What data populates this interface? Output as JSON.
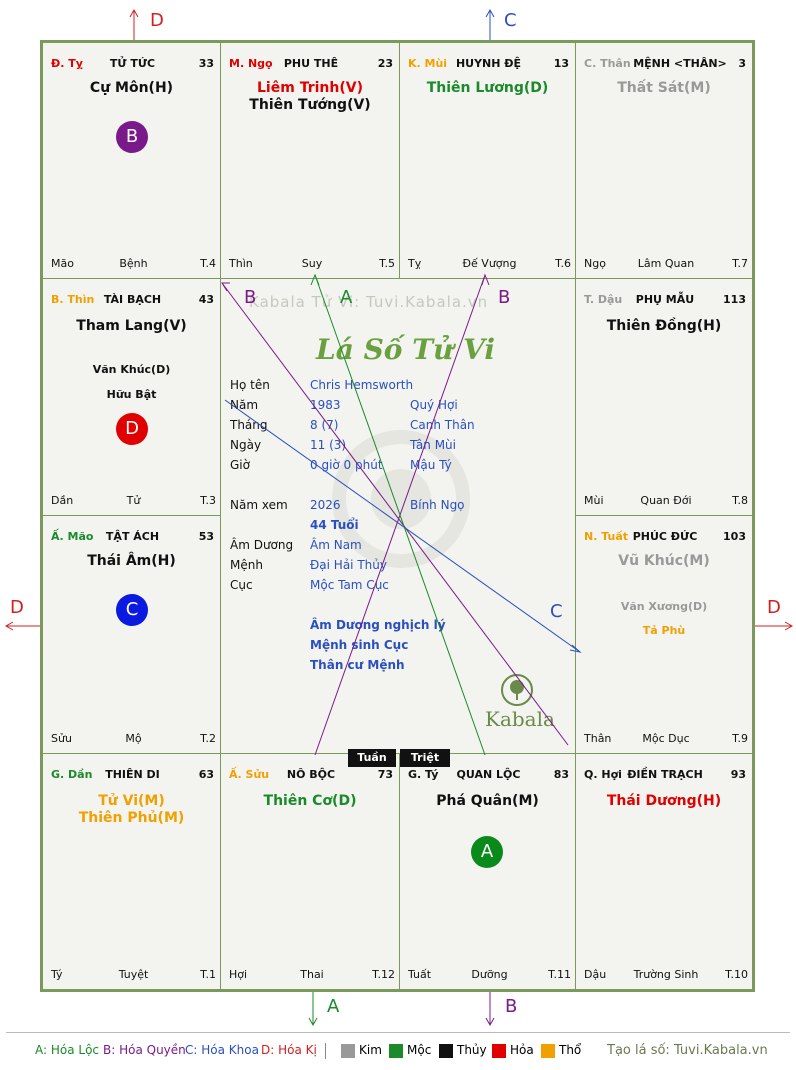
{
  "colors": {
    "kim": "#999999",
    "moc": "#1a8a2a",
    "thuy": "#111111",
    "hoa": "#e00000",
    "tho": "#f0a000",
    "blue": "#2a4fc0",
    "purple": "#7a1a8a"
  },
  "directions": {
    "top_left": "D",
    "top_right": "C",
    "left": "D",
    "right": "D",
    "bottom_a": "A",
    "bottom_b": "B"
  },
  "palaces": {
    "ty_snake": {
      "can": "Đ. Tỵ",
      "name": "TỬ TỨC",
      "num": "33",
      "main": [
        "Cự Môn(H)"
      ],
      "bot": [
        "Mão",
        "Bệnh",
        "T.4"
      ]
    },
    "ngo": {
      "can": "M. Ngọ",
      "name": "PHU THÊ",
      "num": "23",
      "main": [
        "Liêm Trinh(V)",
        "Thiên Tướng(V)"
      ],
      "bot": [
        "Thìn",
        "Suy",
        "T.5"
      ]
    },
    "mui": {
      "can": "K. Mùi",
      "name": "HUYNH ĐỆ",
      "num": "13",
      "main": [
        "Thiên Lương(D)"
      ],
      "bot": [
        "Tỵ",
        "Đế Vượng",
        "T.6"
      ]
    },
    "than_top": {
      "can": "C. Thân",
      "name": "MỆNH <THÂN>",
      "num": "3",
      "main": [
        "Thất Sát(M)"
      ],
      "bot": [
        "Ngọ",
        "Lâm Quan",
        "T.7"
      ]
    },
    "thin": {
      "can": "B. Thìn",
      "name": "TÀI BẠCH",
      "num": "43",
      "main": [
        "Tham Lang(V)"
      ],
      "aux": [
        "Văn Khúc(D)",
        "Hữu Bật"
      ],
      "bot": [
        "Dần",
        "Tử",
        "T.3"
      ]
    },
    "dau": {
      "can": "T. Dậu",
      "name": "PHỤ MẪU",
      "num": "113",
      "main": [
        "Thiên Đồng(H)"
      ],
      "bot": [
        "Mùi",
        "Quan Đới",
        "T.8"
      ]
    },
    "mao": {
      "can": "Ấ. Mão",
      "name": "TẬT ÁCH",
      "num": "53",
      "main": [
        "Thái Âm(H)"
      ],
      "bot": [
        "Sửu",
        "Mộ",
        "T.2"
      ]
    },
    "tuat": {
      "can": "N. Tuất",
      "name": "PHÚC ĐỨC",
      "num": "103",
      "main": [
        "Vũ Khúc(M)"
      ],
      "aux": [
        "Văn Xương(D)",
        "Tả Phù"
      ],
      "bot": [
        "Thân",
        "Mộc Dục",
        "T.9"
      ]
    },
    "dan": {
      "can": "G. Dần",
      "name": "THIÊN DI",
      "num": "63",
      "main": [
        "Tử Vi(M)",
        "Thiên Phủ(M)"
      ],
      "bot": [
        "Tý",
        "Tuyệt",
        "T.1"
      ]
    },
    "suu": {
      "can": "Ấ. Sửu",
      "name": "NÔ BỘC",
      "num": "73",
      "main": [
        "Thiên Cơ(D)"
      ],
      "bot": [
        "Hợi",
        "Thai",
        "T.12"
      ]
    },
    "ty_rat": {
      "can": "G. Tý",
      "name": "QUAN LỘC",
      "num": "83",
      "main": [
        "Phá Quân(M)"
      ],
      "bot": [
        "Tuất",
        "Dưỡng",
        "T.11"
      ]
    },
    "hoi": {
      "can": "Q. Hợi",
      "name": "ĐIỀN TRẠCH",
      "num": "93",
      "main": [
        "Thái Dương(H)"
      ],
      "bot": [
        "Dậu",
        "Trường Sinh",
        "T.10"
      ]
    }
  },
  "badges": {
    "b": "B",
    "d": "D",
    "c": "C",
    "a": "A"
  },
  "center": {
    "watermark": "Kabala Tử Vi: Tuvi.Kabala.vn",
    "title": "Lá Số Tử Vi",
    "rows": [
      {
        "label": "Họ tên",
        "v1": "Chris Hemsworth",
        "v2": ""
      },
      {
        "label": "Năm",
        "v1": "1983",
        "v2": "Quý Hợi"
      },
      {
        "label": "Tháng",
        "v1": "8  (7)",
        "v2": "Canh Thân"
      },
      {
        "label": "Ngày",
        "v1": "11  (3)",
        "v2": "Tân Mùi"
      },
      {
        "label": "Giờ",
        "v1": "0 giờ 0 phút",
        "v2": "Mậu Tý"
      },
      {
        "label": "Năm xem",
        "v1": "2026",
        "v2": "Bính Ngọ"
      },
      {
        "label": "",
        "v1": "44 Tuổi",
        "v2": ""
      },
      {
        "label": "Âm Dương",
        "v1": "Âm Nam",
        "v2": ""
      },
      {
        "label": "Mệnh",
        "v1": "Đại Hải Thủy",
        "v2": ""
      },
      {
        "label": "Cục",
        "v1": "Mộc Tam Cục",
        "v2": ""
      }
    ],
    "notes": [
      "Âm Dương nghịch lý",
      "Mệnh sinh Cục",
      "Thân cư Mệnh"
    ],
    "logo": "Kabala",
    "tuan": "Tuần",
    "triet": "Triệt",
    "line_labels": {
      "b1": "B",
      "a": "A",
      "b2": "B",
      "c": "C"
    }
  },
  "legend": {
    "a": "A: Hóa Lộc",
    "b": "B: Hóa Quyền",
    "c": "C: Hóa Khoa",
    "d": "D: Hóa Kị",
    "kim": "Kim",
    "moc": "Mộc",
    "thuy": "Thủy",
    "hoa": "Hỏa",
    "tho": "Thổ",
    "site": "Tạo lá số: Tuvi.Kabala.vn"
  }
}
